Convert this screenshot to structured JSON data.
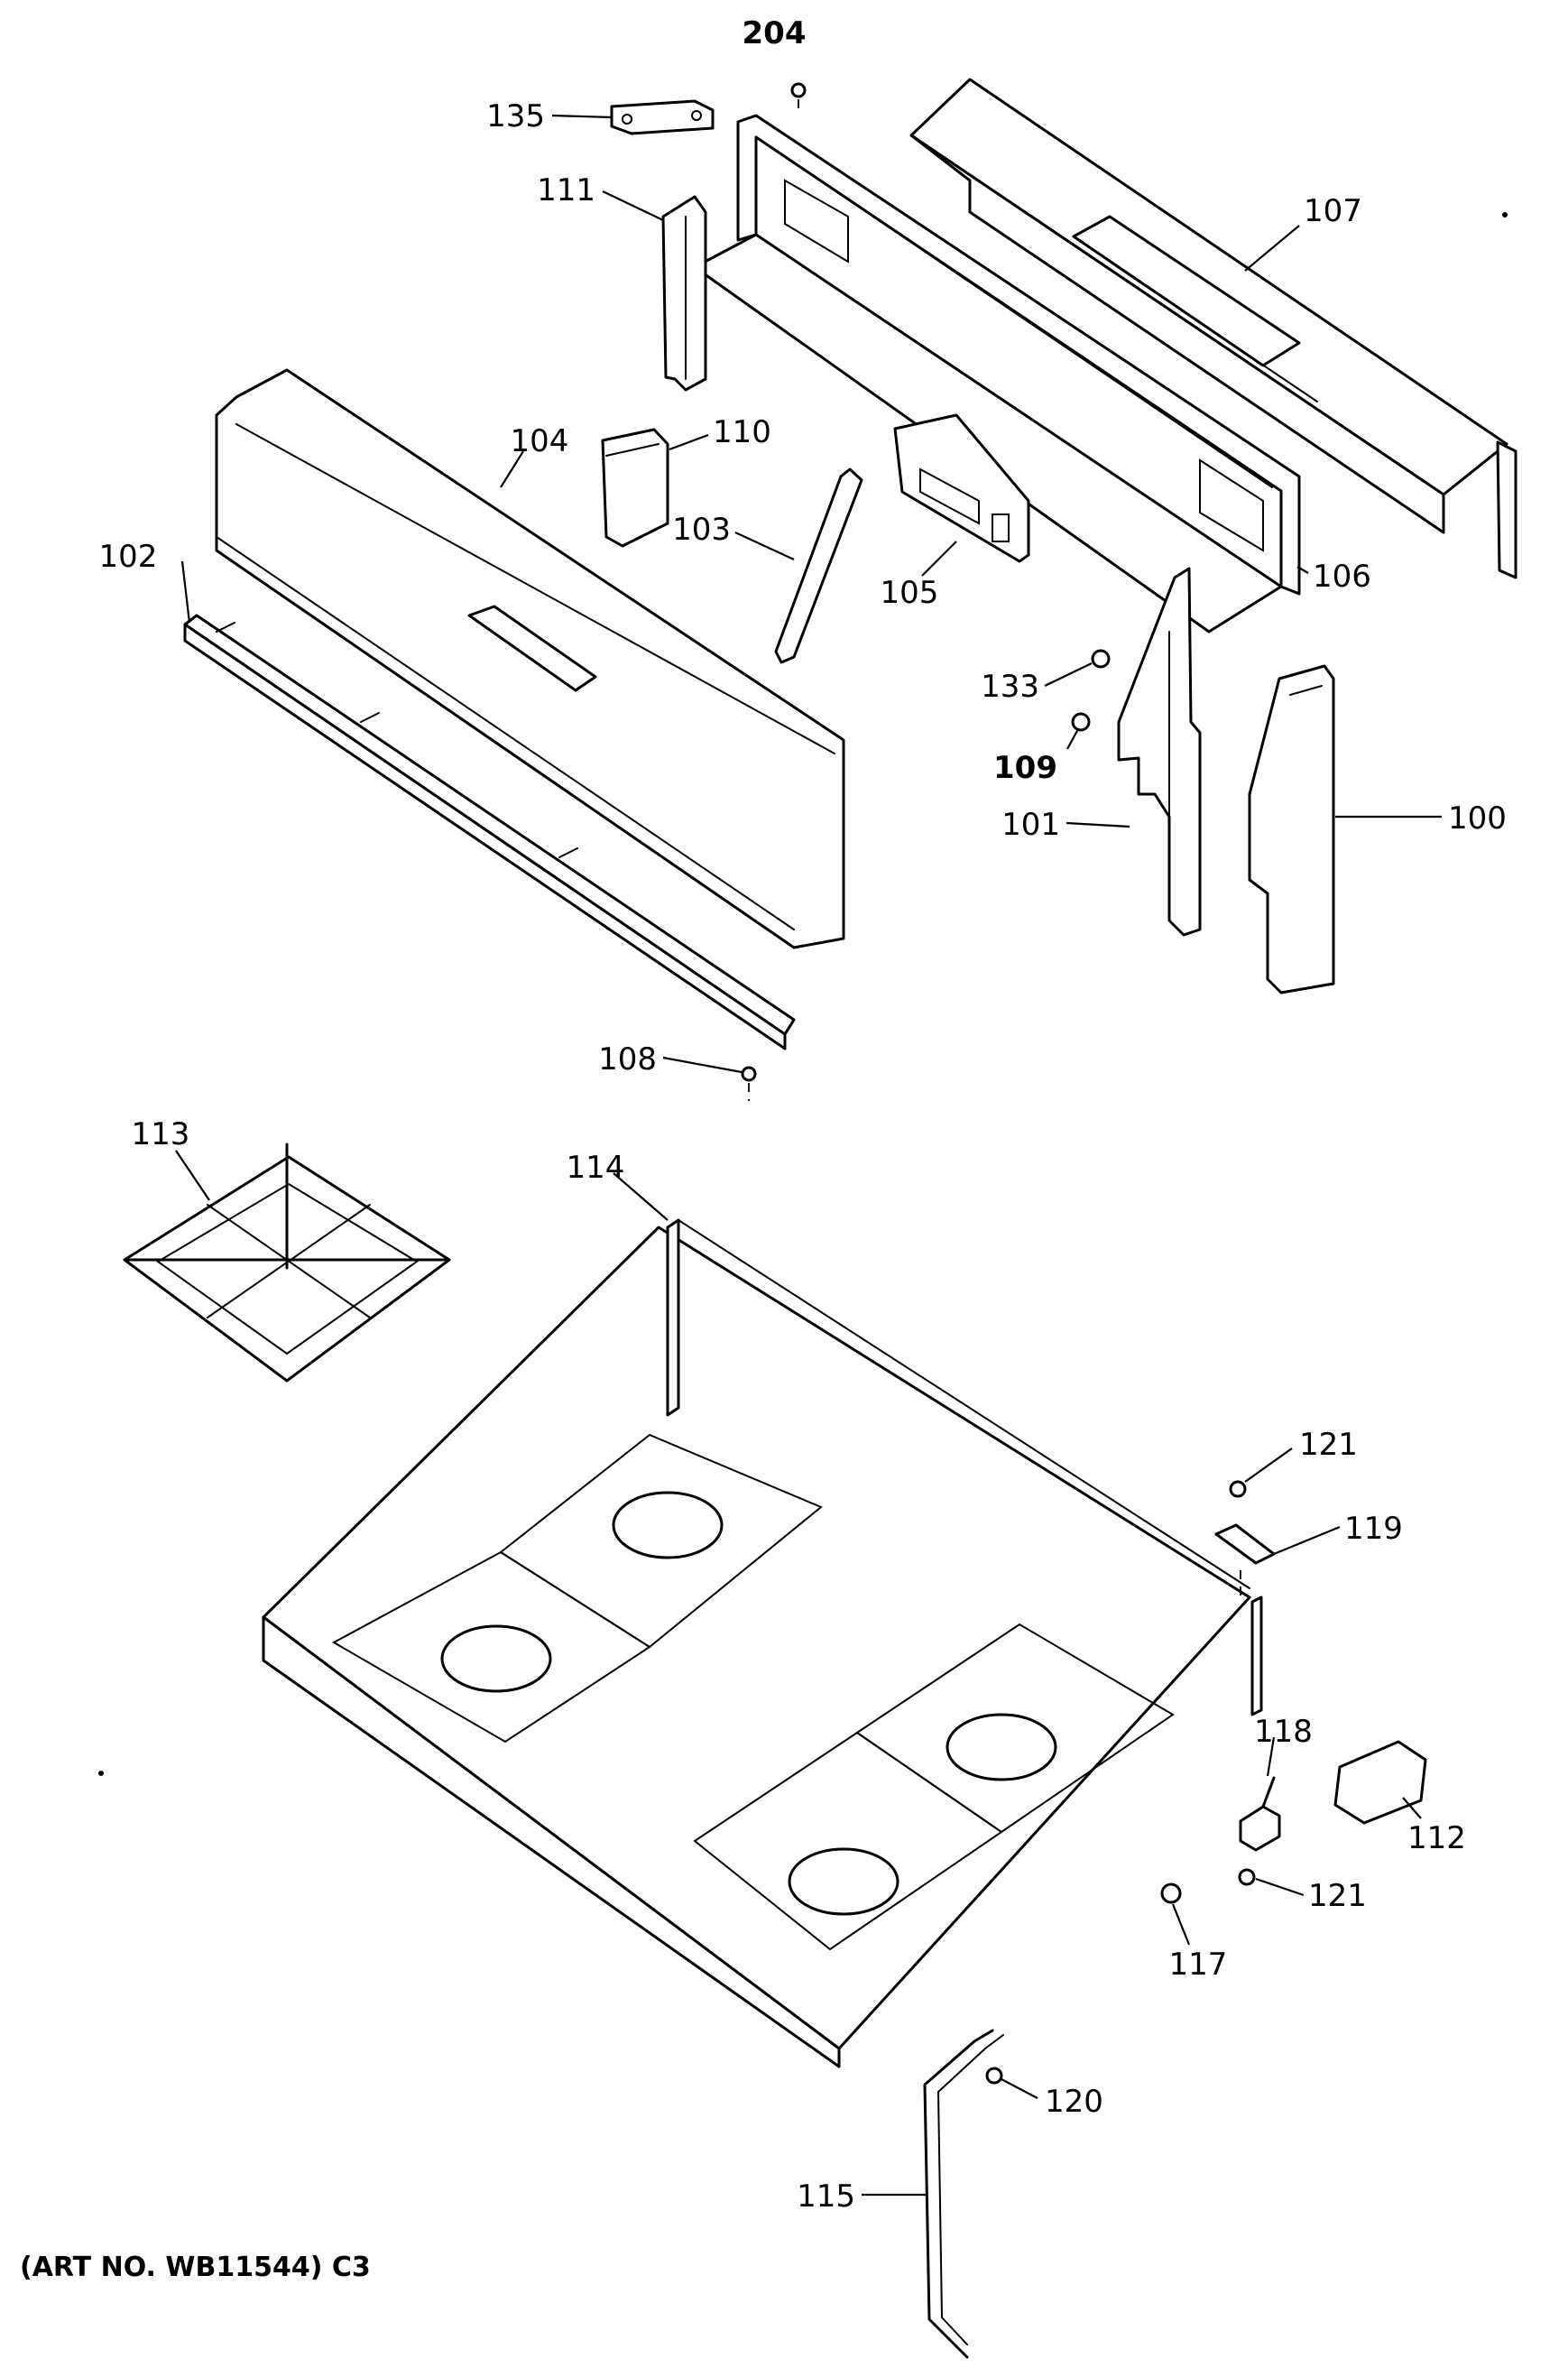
{
  "callouts": {
    "c204": "204",
    "c135": "135",
    "c111": "111",
    "c107": "107",
    "c110": "110",
    "c104": "104",
    "c103": "103",
    "c102": "102",
    "c105": "105",
    "c106": "106",
    "c133": "133",
    "c109": "109",
    "c101": "101",
    "c100": "100",
    "c108": "108",
    "c113": "113",
    "c114": "114",
    "c121a": "121",
    "c119": "119",
    "c118": "118",
    "c112": "112",
    "c121b": "121",
    "c117": "117",
    "c120": "120",
    "c115": "115"
  },
  "caption": "(ART NO. WB11544) C3"
}
